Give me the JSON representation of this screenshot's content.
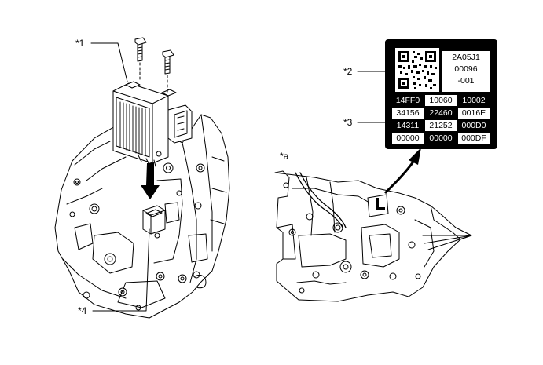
{
  "callouts": {
    "c1": "*1",
    "c2": "*2",
    "c3": "*3",
    "c4": "*4",
    "ca": "*a"
  },
  "label_plate": {
    "top_right": [
      "2A05J1",
      "00096",
      "-001"
    ],
    "rows": [
      [
        "14FF0",
        "10060",
        "10002"
      ],
      [
        "34156",
        "22460",
        "0016E"
      ],
      [
        "14311",
        "21252",
        "000D0"
      ],
      [
        "00000",
        "00000",
        "000DF"
      ]
    ]
  },
  "icons": [
    "bolt-icon",
    "arrow-down-icon",
    "arrow-up-right-icon",
    "qr-code-icon",
    "label-marker-icon"
  ]
}
